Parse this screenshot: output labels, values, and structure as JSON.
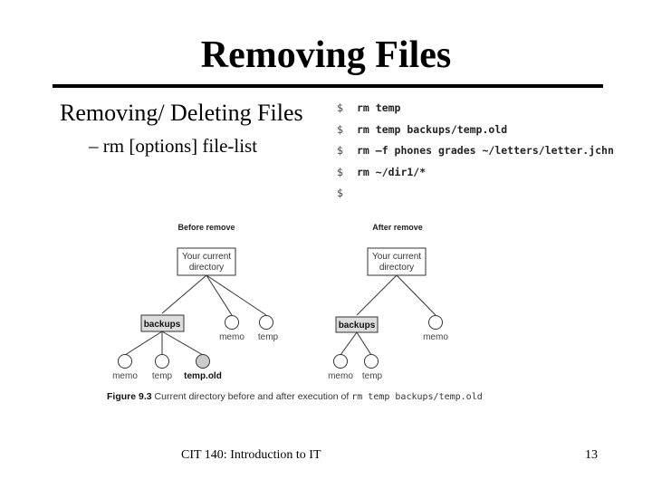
{
  "slide": {
    "title": "Removing Files",
    "bullet_level1": "Removing/ Deleting Files",
    "bullet_level2": "– rm [options] file-list"
  },
  "terminal": {
    "prompt": "$",
    "commands": [
      "rm temp",
      "rm temp backups/temp.old",
      "rm –f phones grades ~/letters/letter.jchn",
      "rm ~/dir1/*",
      ""
    ]
  },
  "figure": {
    "before": {
      "title": "Before remove",
      "root_line1": "Your current",
      "root_line2": "directory",
      "dir_label": "backups",
      "root_files": [
        "memo",
        "temp"
      ],
      "dir_files": [
        "memo",
        "temp",
        "temp.old"
      ]
    },
    "after": {
      "title": "After remove",
      "root_line1": "Your current",
      "root_line2": "directory",
      "dir_label": "backups",
      "root_files": [
        "memo"
      ],
      "dir_files": [
        "memo",
        "temp"
      ]
    },
    "caption_label": "Figure 9.3",
    "caption_text": "Current directory before and after execution of",
    "caption_code": "rm temp backups/temp.old"
  },
  "footer": {
    "course": "CIT 140: Introduction to IT",
    "page_number": "13"
  },
  "colors": {
    "text": "#000000",
    "background": "#ffffff",
    "selected_node_fill": "#cccccc"
  }
}
